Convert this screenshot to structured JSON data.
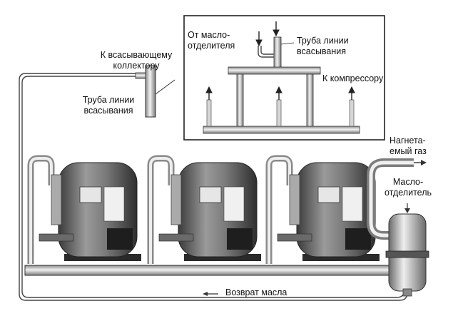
{
  "labels": {
    "to_suction_header": "К всасывающему\nколлектору",
    "suction_pipe_left": "Труба линии\nвсасывания",
    "from_oil_separator": "От масло-\nотделителя",
    "suction_pipe_inset": "Труба линии\nвсасывания",
    "to_compressor": "К компрессору",
    "discharge_gas": "Нагнета-\nемый газ",
    "oil_separator": "Масло-\nотделитель",
    "oil_return": "Возврат масла"
  },
  "colors": {
    "steel_dark": "#5b5b5b",
    "steel_light": "#dcdcdc",
    "line": "#222222"
  }
}
